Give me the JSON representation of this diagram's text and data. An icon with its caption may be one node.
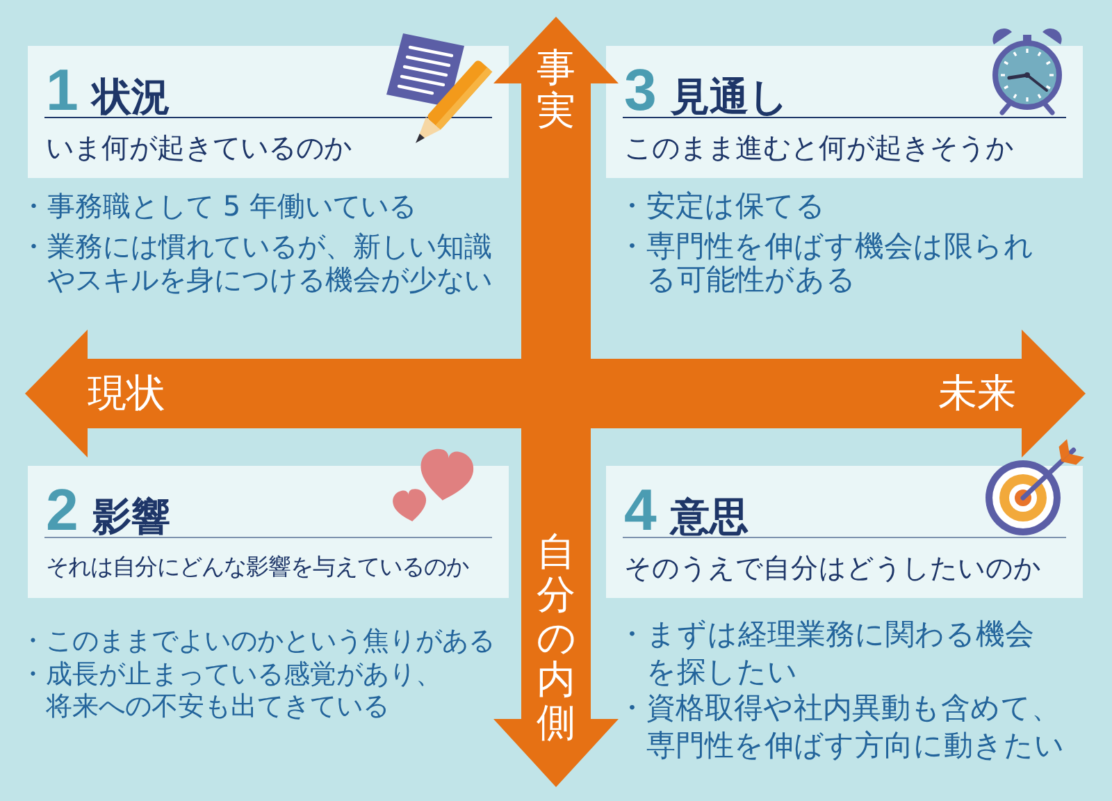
{
  "diagram": {
    "nodes": [
      {
        "text": [
          "1",
          "状況",
          "いま何が起きているのか"
        ],
        "beside": [
          "・事務職として 5 年働いている",
          "・業務には慣れているが、新しい知識やスキルを身につける機会が少ない"
        ]
      },
      {
        "text": [
          "3",
          "見通し",
          "このまま進むと何が起きそうか"
        ],
        "beside": [
          "・安定は保てる",
          "・専門性を伸ばす機会は限られる可能性がある"
        ]
      },
      {
        "text": [
          "2",
          "影響",
          "それは自分にどんな影響を与えているのか"
        ],
        "beside": [
          "・このままでよいのかという焦りがある",
          "・成長が止まっている感覚があり、将来への不安も出てきている"
        ]
      },
      {
        "text": [
          "4",
          "意思",
          "そのうえで自分はどうしたいのか"
        ],
        "beside": [
          "・まずは経理業務に関わる機会を探したい",
          "・資格取得や社内異動も含めて、専門性を伸ばす方向に動きたい"
        ]
      }
    ],
    "labels": [
      "事実",
      "現状",
      "未来",
      "自分の内側"
    ]
  }
}
